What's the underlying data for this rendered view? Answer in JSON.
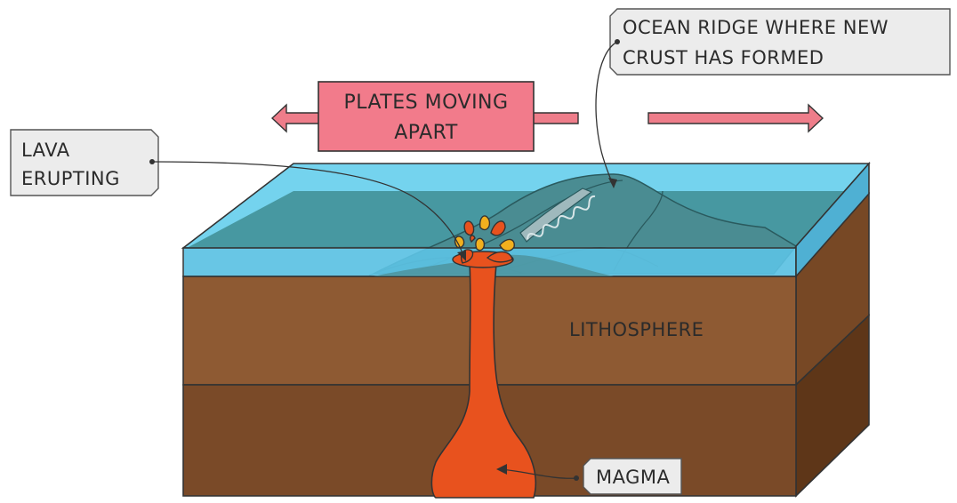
{
  "labels": {
    "ocean_ridge_line1": "OCEAN RIDGE WHERE NEW",
    "ocean_ridge_line2": "CRUST HAS FORMED",
    "plates_line1": "PLATES MOVING",
    "plates_line2": "APART",
    "lava_line1": "LAVA",
    "lava_line2": "ERUPTING",
    "lithosphere": "LITHOSPHERE",
    "magma": "MAGMA"
  },
  "colors": {
    "water_top": "#74d3ee",
    "water_front": "#5cc2e3",
    "water_inside": "#3f8d93",
    "ridge_fill": "#4a8c92",
    "litho_front": "#8e5a33",
    "litho_side": "#774825",
    "mantle_front": "#7a4a28",
    "mantle_side": "#5e3618",
    "magma": "#e8521e",
    "lava_yellow": "#f2b01e",
    "plate_box": "#f27b8b",
    "arrow": "#ee7d8a",
    "callout": "#ececec",
    "outline": "#333333"
  }
}
